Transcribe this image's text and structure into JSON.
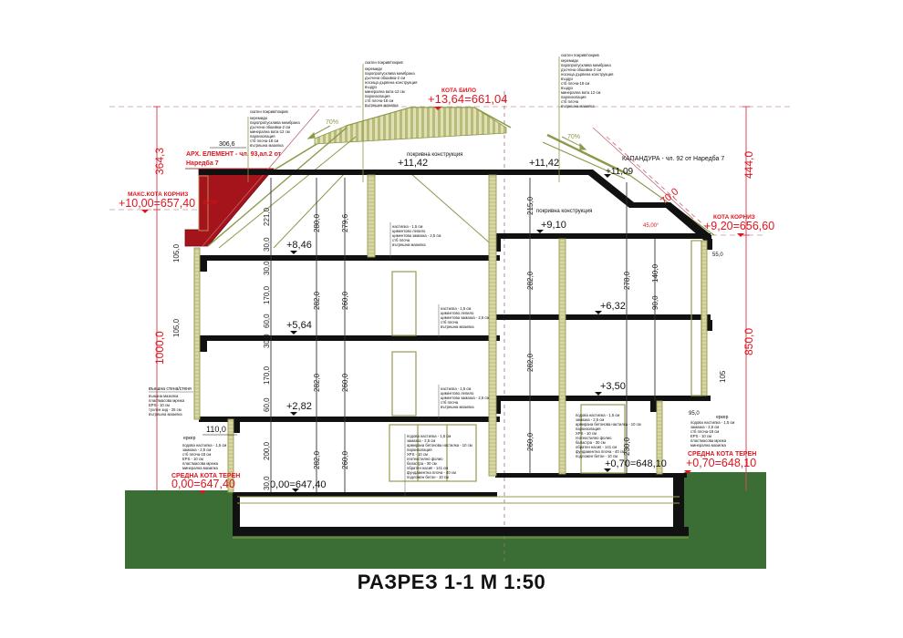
{
  "drawing": {
    "title": "РАЗРЕЗ 1-1 М 1:50",
    "colors": {
      "ground": "#3b6e34",
      "slab": "#111111",
      "wall_fill": "#d9d9a8",
      "wall_edge": "#9a9a50",
      "red_mark": "#e0141e",
      "red_element": "#a5141a",
      "roof_olive": "#8a9a4a"
    },
    "elevations": {
      "ridge_label": "КОТА БИЛО",
      "ridge_value": "+13,64=661,04",
      "max_cornice_label": "МАКС.КОТА КОРНИЗ",
      "max_cornice_value": "+10,00=657,40",
      "cornice_label": "КОТА КОРНИЗ",
      "cornice_value": "+9,20=656,60",
      "terrain_left_label": "СРЕДНА КОТА ТЕРЕН",
      "terrain_left_value": "0,00=647,40",
      "terrain_right_label": "СРЕДНА КОТА ТЕРЕН",
      "terrain_right_value": "+0,70=648,10",
      "levels": [
        "+11,42",
        "+11,42",
        "+11,09",
        "+9,10",
        "+8,46",
        "+6,32",
        "+5,64",
        "+3,50",
        "+2,82",
        "+0,70=648,10",
        "0,00=647,40"
      ]
    },
    "overall_dimensions": {
      "left_top": "364,3",
      "left_total": "1000,0",
      "right_top": "444,0",
      "right_total": "850,0"
    },
    "annotations": {
      "arch_element": "АРХ. ЕЛЕМЕНТ - чл. 93,ал.2 от",
      "arch_element_2": "Наредба 7",
      "kapandura": "КАПАНДУРА - чл. 92 от Наредба 7",
      "roof_structure_1": "покривна конструкция",
      "roof_structure_2": "покривна конструкция",
      "slope_left": "70%",
      "slope_right": "70%",
      "angle_left": "45,00°",
      "angle_right": "45,00°",
      "dim_306": "306,6",
      "dim_110": "110,0",
      "dim_95": "95,0",
      "dim_55": "55,0",
      "dim_70": "70,0",
      "erker_left": "еркер",
      "erker_right": "еркер",
      "exterior_wall": "външна стена/стеня"
    },
    "vertical_dims": {
      "left_col": [
        "221,0",
        "30,0",
        "30,0",
        "170,0",
        "60,0",
        "30,0",
        "30,0",
        "170,0",
        "60,0",
        "30,0",
        "200,0",
        "30,0"
      ],
      "mid_col": [
        "280,0",
        "282,0",
        "282,0",
        "282,0"
      ],
      "mid2_col": [
        "279,6",
        "260,0",
        "260,0",
        "260,0"
      ],
      "right_col": [
        "215,0",
        "282,0",
        "282,0",
        "260,0"
      ],
      "far_right_col": [
        "278,0",
        "140,0",
        "90,0",
        "230,0"
      ],
      "side_105": [
        "105,0",
        "105,0",
        "105"
      ]
    },
    "spec_notes": {
      "roof_left": {
        "title": "скатен покрив/покрив",
        "lines": [
          "керемиди",
          "паропропусклива мембрана",
          "дъсчена обшивка-2 см",
          "носеща дървена конструкция",
          "въздух",
          "минерална вата-12 см",
          "пароизолация",
          "стб плоча-18 см",
          "вътрешна мазилка"
        ]
      },
      "roof_mid": {
        "title": "скатен покрив/покрив",
        "lines": [
          "керемиди",
          "паропропусклива мембрана",
          "дъсчена обшивка-2 см",
          "носеща дървена конструкция",
          "въздух",
          "минерална вата-12 см",
          "пароизолация",
          "стб плоча-18 см",
          "вътрешна мазилка"
        ]
      },
      "roof_right": {
        "title": "скатен покрив/покрив",
        "lines": [
          "керемиди",
          "паропропусклива мембрана",
          "дъсчена обшивка-2 см",
          "носеща дървена конструкция",
          "въздух",
          "стб плоча-18 см",
          "въздух",
          "минерална вата 12 см",
          "пароизолация",
          "стб плоча",
          "вътрешна мазилка"
        ]
      },
      "floor_1": {
        "lines": [
          "настилка - 1,5 см",
          "циментово лепило",
          "циментова замазка - 2,5 см",
          "стб плоча",
          "вътрешна мазилка"
        ]
      },
      "floor_2": {
        "lines": [
          "настилка - 1,5 см",
          "циментово лепило",
          "циментова замазка - 2,5 см",
          "стб плоча",
          "вътрешна мазилка"
        ]
      },
      "floor_3": {
        "lines": [
          "настилка - 1,5 см",
          "циментово лепило",
          "циментова замазка - 2,5 см",
          "стб плоча",
          "вътрешна мазилка"
        ]
      },
      "ground_floor_mid": {
        "lines": [
          "подова настилка - 1,5 см",
          "замазка - 2,5 см",
          "армирана бетонова настилка - 10 см",
          "пароизолация",
          "XPS - 10 см",
          "геотекстилно фолио",
          "баластра - 30 см",
          "обратен насип - 141 см",
          "фундаментна плоча - 40 см",
          "подложен бетон - 10 см"
        ]
      },
      "ground_floor_right": {
        "lines": [
          "подова настилка - 1,5 см",
          "замазка - 2,5 см",
          "армирана бетонова настилка - 10 см",
          "пароизолация",
          "XPS - 10 см",
          "геотекстилно фолио",
          "баластра - 30 см",
          "обратен насип - 141 см",
          "фундаментна плоча - 40 см",
          "подложен бетон - 10 см"
        ]
      },
      "wall_left": {
        "title": "външна стена/стеня",
        "lines": [
          "външна мазилка",
          "пластмасова мрежа",
          "EPS - 10 см",
          "тухлен зид - 25 см",
          "вътрешна мазилка"
        ]
      },
      "erker_left": {
        "title": "еркер",
        "lines": [
          "подова настилка - 1,5 см",
          "замазка - 2,5 см",
          "стб плоча-18 см",
          "EPS - 10 см",
          "пластмасова мрежа",
          "минерална мазилка"
        ]
      },
      "erker_right": {
        "title": "еркер",
        "lines": [
          "подова настилка - 1,5 см",
          "замазка - 2,5 см",
          "стб плоча-18 см",
          "EPS - 10 см",
          "пластмасова мрежа",
          "минерална мазилка"
        ]
      }
    }
  }
}
